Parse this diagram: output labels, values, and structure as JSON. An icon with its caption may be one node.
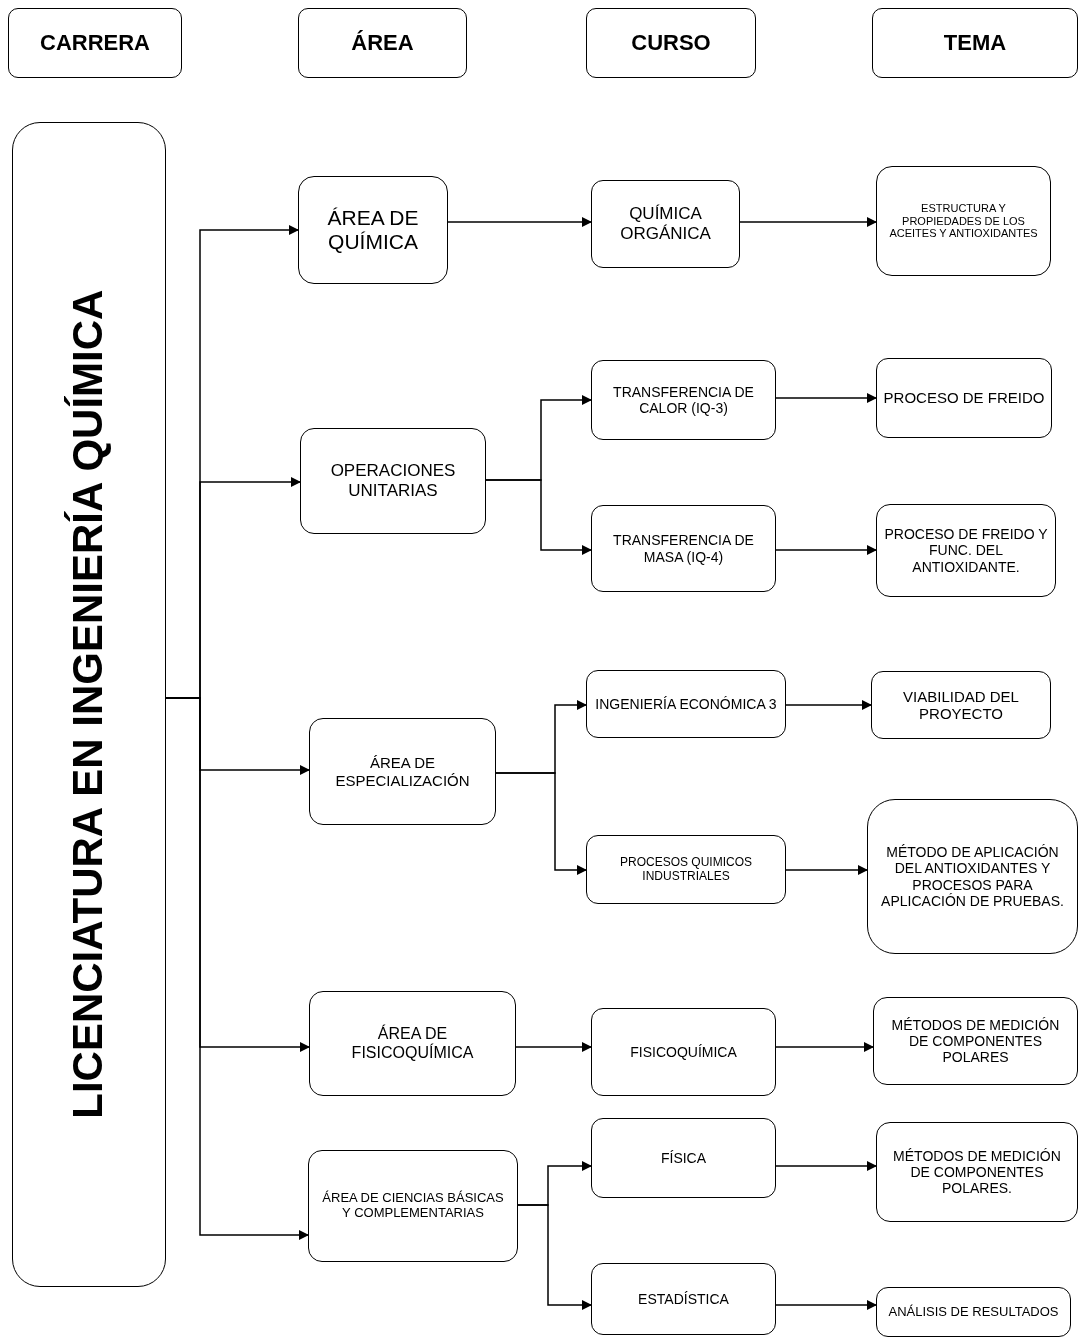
{
  "diagram": {
    "nodes": [
      {
        "text": [
          "CARRERA"
        ]
      },
      {
        "text": [
          "ÁREA"
        ]
      },
      {
        "text": [
          "CURSO"
        ]
      },
      {
        "text": [
          "TEMA"
        ]
      },
      {
        "text": [
          "LICENCIATURA EN INGENIERÍA QUÍMICA"
        ]
      },
      {
        "text": [
          "ÁREA DE QUÍMICA"
        ]
      },
      {
        "text": [
          "QUÍMICA ORGÁNICA"
        ]
      },
      {
        "text": [
          "ESTRUCTURA Y PROPIEDADES DE LOS ACEITES Y ANTIOXIDANTES"
        ]
      },
      {
        "text": [
          "OPERACIONES UNITARIAS"
        ]
      },
      {
        "text": [
          "TRANSFERENCIA DE CALOR (IQ-3)"
        ]
      },
      {
        "text": [
          "PROCESO DE FREIDO"
        ]
      },
      {
        "text": [
          "TRANSFERENCIA DE MASA (IQ-4)"
        ]
      },
      {
        "text": [
          "PROCESO DE FREIDO Y FUNC. DEL ANTIOXIDANTE."
        ]
      },
      {
        "text": [
          "ÁREA DE ESPECIALIZACIÓN"
        ]
      },
      {
        "text": [
          "INGENIERÍA ECONÓMICA 3"
        ]
      },
      {
        "text": [
          "VIABILIDAD DEL PROYECTO"
        ]
      },
      {
        "text": [
          "PROCESOS QUIMICOS INDUSTRIALES"
        ]
      },
      {
        "text": [
          "MÉTODO DE APLICACIÓN DEL ANTIOXIDANTES Y PROCESOS PARA APLICACIÓN DE PRUEBAS."
        ]
      },
      {
        "text": [
          "ÁREA DE FISICOQUÍMICA"
        ]
      },
      {
        "text": [
          "FISICOQUÍMICA"
        ]
      },
      {
        "text": [
          "MÉTODOS DE MEDICIÓN DE COMPONENTES POLARES"
        ]
      },
      {
        "text": [
          "ÁREA DE CIENCIAS BÁSICAS Y COMPLEMENTARIAS"
        ]
      },
      {
        "text": [
          "FÍSICA"
        ]
      },
      {
        "text": [
          "MÉTODOS DE MEDICIÓN DE COMPONENTES POLARES."
        ]
      },
      {
        "text": [
          "ESTADÍSTICA"
        ]
      },
      {
        "text": [
          "ANÁLISIS DE RESULTADOS"
        ]
      }
    ],
    "edges": [
      {
        "from": 4,
        "to": 5,
        "arrow": "to"
      },
      {
        "from": 4,
        "to": 8,
        "arrow": "to"
      },
      {
        "from": 4,
        "to": 13,
        "arrow": "to"
      },
      {
        "from": 4,
        "to": 18,
        "arrow": "to"
      },
      {
        "from": 4,
        "to": 21,
        "arrow": "to"
      },
      {
        "from": 5,
        "to": 6,
        "arrow": "to"
      },
      {
        "from": 6,
        "to": 7,
        "arrow": "to"
      },
      {
        "from": 8,
        "to": 9,
        "arrow": "to"
      },
      {
        "from": 8,
        "to": 11,
        "arrow": "to"
      },
      {
        "from": 9,
        "to": 10,
        "arrow": "to"
      },
      {
        "from": 11,
        "to": 12,
        "arrow": "to"
      },
      {
        "from": 13,
        "to": 14,
        "arrow": "to"
      },
      {
        "from": 13,
        "to": 16,
        "arrow": "to"
      },
      {
        "from": 14,
        "to": 15,
        "arrow": "to"
      },
      {
        "from": 16,
        "to": 17,
        "arrow": "to"
      },
      {
        "from": 18,
        "to": 19,
        "arrow": "to"
      },
      {
        "from": 19,
        "to": 20,
        "arrow": "to"
      },
      {
        "from": 21,
        "to": 22,
        "arrow": "to"
      },
      {
        "from": 21,
        "to": 24,
        "arrow": "to"
      },
      {
        "from": 22,
        "to": 23,
        "arrow": "to"
      },
      {
        "from": 24,
        "to": 25,
        "arrow": "to"
      }
    ]
  }
}
